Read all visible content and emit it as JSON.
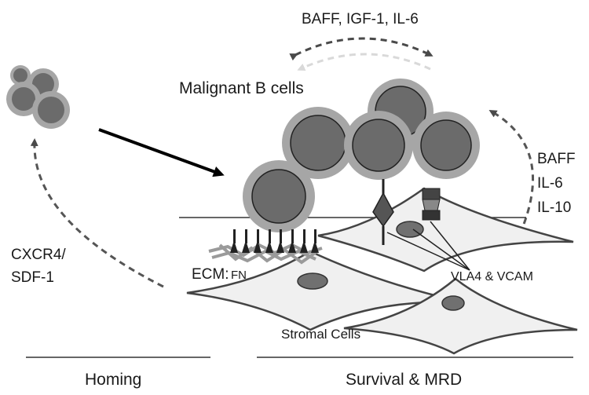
{
  "labels": {
    "top_cytokines": "BAFF,  IGF-1, IL-6",
    "malignant": "Malignant B cells",
    "right_cytokines": [
      "BAFF",
      "IL-6",
      "IL-10"
    ],
    "cxcr4_line1": "CXCR4/",
    "cxcr4_line2": "SDF-1",
    "ecm": "ECM:",
    "fn": "FN",
    "vla4": "VLA4 & VCAM",
    "stromal": "Stromal Cells",
    "homing": "Homing",
    "survival": "Survival & MRD"
  },
  "colors": {
    "cell_outer": "#a6a6a6",
    "cell_inner": "#6b6b6b",
    "stroma_fill": "#f0f0f0",
    "nucleus": "#707070",
    "arrow": "#555555",
    "arrow_light": "#d9d9d9",
    "line": "#333333"
  }
}
